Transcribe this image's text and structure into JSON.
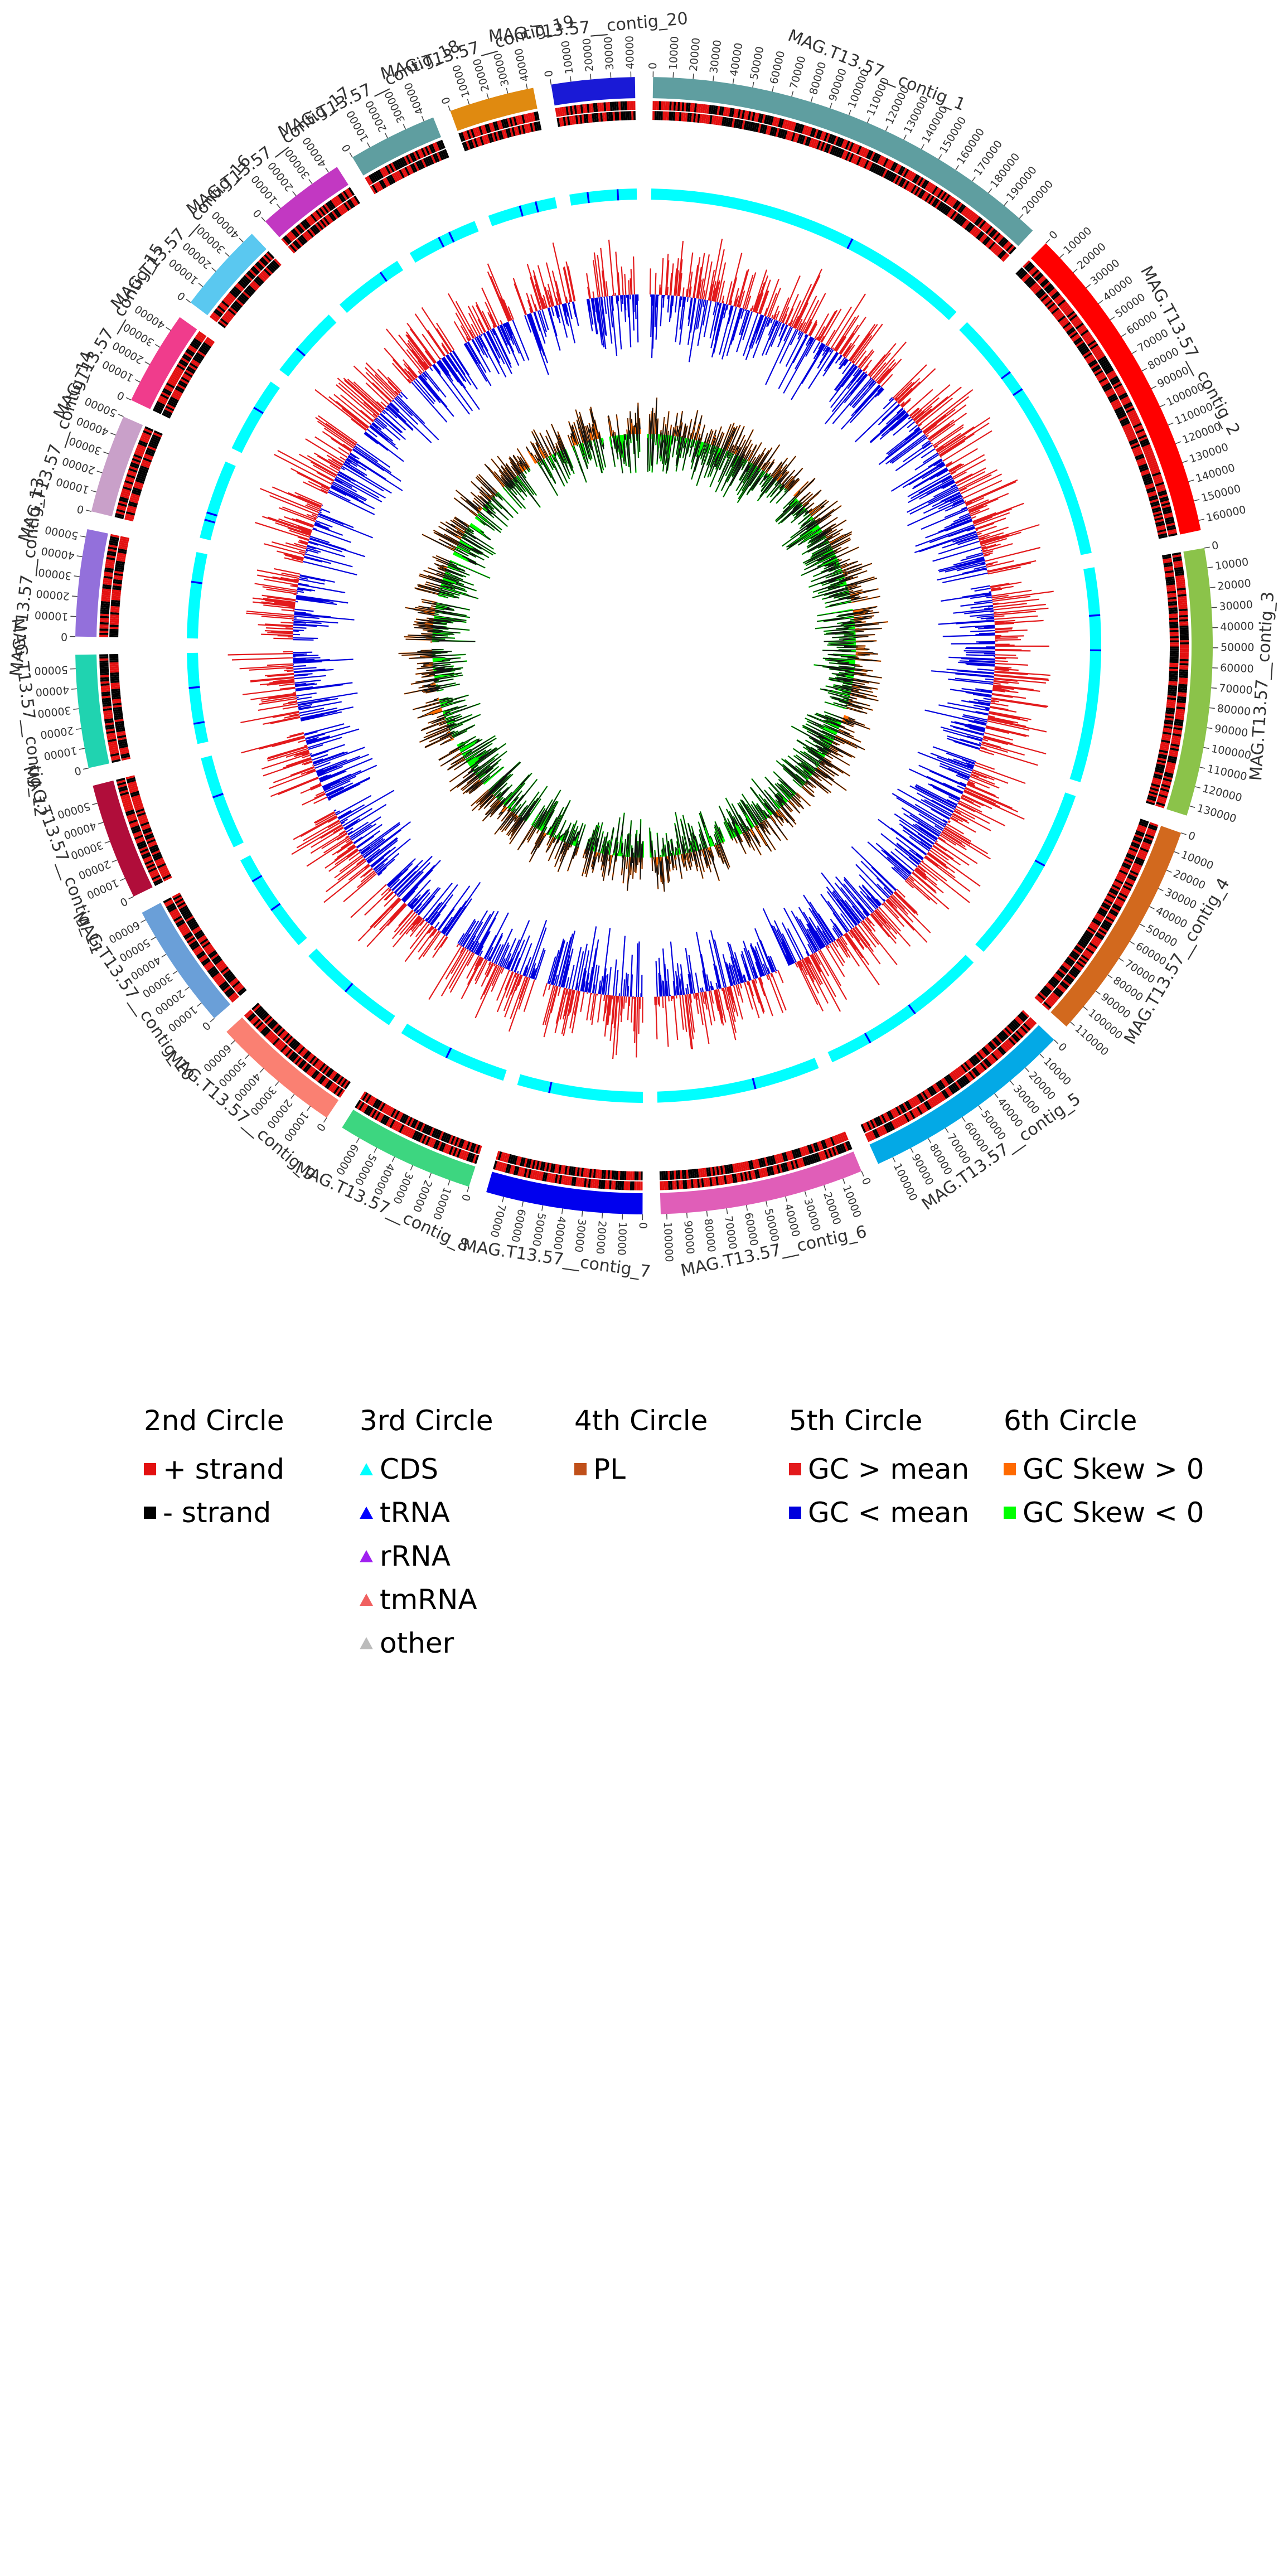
{
  "contigs": [
    {
      "name": "MAG.T13.57__contig_1",
      "length": 209000,
      "color": "#5f9ea0",
      "ticks": [
        0,
        10000,
        20000,
        30000,
        40000,
        50000,
        60000,
        70000,
        80000,
        90000,
        100000,
        110000,
        120000,
        130000,
        140000,
        150000,
        160000,
        170000,
        180000,
        190000,
        200000
      ]
    },
    {
      "name": "MAG.T13.57__contig_2",
      "length": 165000,
      "color": "#ff0000",
      "ticks": [
        0,
        10000,
        20000,
        30000,
        40000,
        50000,
        60000,
        70000,
        80000,
        90000,
        100000,
        110000,
        120000,
        130000,
        140000,
        150000,
        160000
      ]
    },
    {
      "name": "MAG.T13.57__contig_3",
      "length": 135000,
      "color": "#8bc34a",
      "ticks": [
        0,
        10000,
        20000,
        30000,
        40000,
        50000,
        60000,
        70000,
        80000,
        90000,
        100000,
        110000,
        120000,
        130000
      ]
    },
    {
      "name": "MAG.T13.57__contig_4",
      "length": 113000,
      "color": "#d2691e",
      "ticks": [
        0,
        10000,
        20000,
        30000,
        40000,
        50000,
        60000,
        70000,
        80000,
        90000,
        100000,
        110000
      ]
    },
    {
      "name": "MAG.T13.57__contig_5",
      "length": 108000,
      "color": "#03a9e6",
      "ticks": [
        0,
        10000,
        20000,
        30000,
        40000,
        50000,
        60000,
        70000,
        80000,
        90000,
        100000
      ]
    },
    {
      "name": "MAG.T13.57__contig_6",
      "length": 103000,
      "color": "#e05eb8",
      "ticks": [
        0,
        10000,
        20000,
        30000,
        40000,
        50000,
        60000,
        70000,
        80000,
        90000,
        100000
      ]
    },
    {
      "name": "MAG.T13.57__contig_7",
      "length": 79000,
      "color": "#0000ee",
      "ticks": [
        0,
        10000,
        20000,
        30000,
        40000,
        50000,
        60000,
        70000
      ]
    },
    {
      "name": "MAG.T13.57__contig_8",
      "length": 70000,
      "color": "#3dd680",
      "ticks": [
        0,
        10000,
        20000,
        30000,
        40000,
        50000,
        60000
      ]
    },
    {
      "name": "MAG.T13.57__contig_9",
      "length": 66000,
      "color": "#fa8072",
      "ticks": [
        0,
        10000,
        20000,
        30000,
        40000,
        50000,
        60000
      ]
    },
    {
      "name": "MAG.T13.57__contig_10",
      "length": 64000,
      "color": "#6a9fd8",
      "ticks": [
        0,
        10000,
        20000,
        30000,
        40000,
        50000,
        60000
      ]
    },
    {
      "name": "MAG.T13.57__contig_11",
      "length": 59000,
      "color": "#b00d3a",
      "ticks": [
        0,
        10000,
        20000,
        30000,
        40000,
        50000
      ]
    },
    {
      "name": "MAG.T13.57__contig_12",
      "length": 57000,
      "color": "#20d3b0",
      "ticks": [
        0,
        10000,
        20000,
        30000,
        40000,
        50000
      ]
    },
    {
      "name": "MAG.T13.57__contig_13",
      "length": 54000,
      "color": "#9370db",
      "ticks": [
        0,
        10000,
        20000,
        30000,
        40000,
        50000
      ]
    },
    {
      "name": "MAG.T13.57__contig_14",
      "length": 50000,
      "color": "#c9a0c9",
      "ticks": [
        0,
        10000,
        20000,
        30000,
        40000,
        50000
      ]
    },
    {
      "name": "MAG.T13.57__contig_15",
      "length": 48000,
      "color": "#f03c8c",
      "ticks": [
        0,
        10000,
        20000,
        30000,
        40000
      ]
    },
    {
      "name": "MAG.T13.57__contig_16",
      "length": 46000,
      "color": "#5ac8f0",
      "ticks": [
        0,
        10000,
        20000,
        30000,
        40000
      ]
    },
    {
      "name": "MAG.T13.57__contig_17",
      "length": 45000,
      "color": "#c238c2",
      "ticks": [
        0,
        10000,
        20000,
        30000,
        40000
      ]
    },
    {
      "name": "MAG.T13.57__contig_18",
      "length": 45000,
      "color": "#5f9ea0",
      "ticks": [
        0,
        10000,
        20000,
        30000,
        40000
      ]
    },
    {
      "name": "MAG.T13.57__contig_19",
      "length": 43000,
      "color": "#e08a10",
      "ticks": [
        0,
        10000,
        20000,
        30000,
        40000
      ]
    },
    {
      "name": "MAG.T13.57__contig_20",
      "length": 42000,
      "color": "#1a1ad6",
      "ticks": [
        0,
        10000,
        20000,
        30000,
        40000
      ]
    }
  ],
  "colors": {
    "plus_strand": "#e31010",
    "minus_strand": "#000000",
    "cds": "#00ffff",
    "trna": "#0000ff",
    "pl": "#d2691e",
    "gc_above": "#e31a1c",
    "gc_below": "#0000dd",
    "skew_pos": "#ff6a00",
    "skew_neg": "#00ff00",
    "skew_line": "#111111"
  },
  "legend": {
    "columns": [
      {
        "title": "2nd Circle",
        "items": [
          {
            "label": "+ strand",
            "marker": "square",
            "color": "#e31010"
          },
          {
            "label": "- strand",
            "marker": "square",
            "color": "#000000"
          }
        ]
      },
      {
        "title": "3rd Circle",
        "items": [
          {
            "label": "CDS",
            "marker": "triangle",
            "color": "#00ffff"
          },
          {
            "label": "tRNA",
            "marker": "triangle",
            "color": "#0000ff"
          },
          {
            "label": "rRNA",
            "marker": "triangle",
            "color": "#a020f0"
          },
          {
            "label": "tmRNA",
            "marker": "triangle",
            "color": "#f06060"
          },
          {
            "label": "other",
            "marker": "triangle",
            "color": "#bbbbbb"
          }
        ]
      },
      {
        "title": "4th Circle",
        "items": [
          {
            "label": "PL",
            "marker": "square",
            "color": "#c0501a"
          }
        ]
      },
      {
        "title": "5th Circle",
        "items": [
          {
            "label": "GC > mean",
            "marker": "square",
            "color": "#e31a1c"
          },
          {
            "label": "GC < mean",
            "marker": "square",
            "color": "#0000dd"
          }
        ]
      },
      {
        "title": "6th Circle",
        "items": [
          {
            "label": "GC Skew > 0",
            "marker": "square",
            "color": "#ff6a00"
          },
          {
            "label": "GC Skew < 0",
            "marker": "square",
            "color": "#00ff00"
          }
        ]
      }
    ]
  }
}
